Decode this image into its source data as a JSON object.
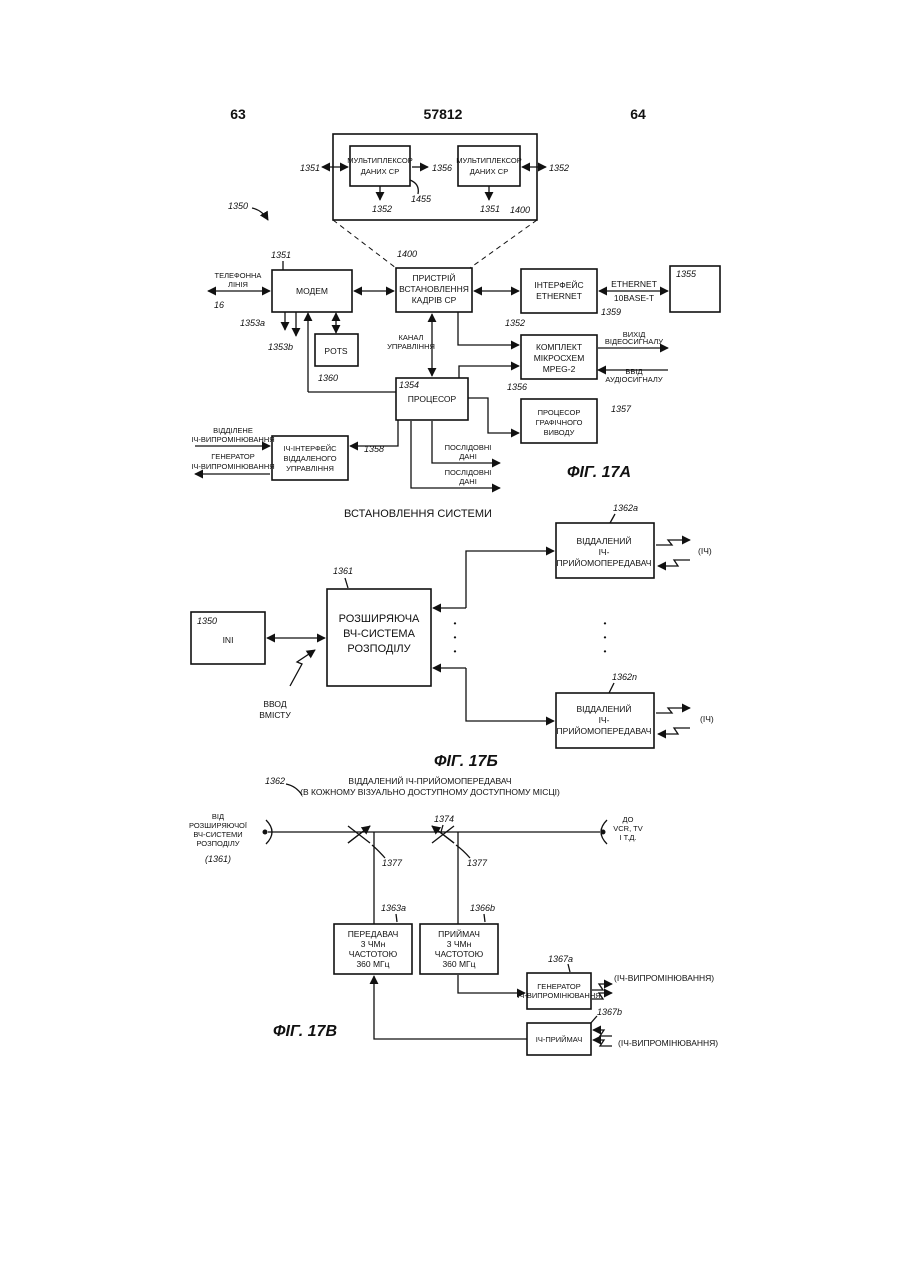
{
  "header": {
    "left_page": "63",
    "doc_number": "57812",
    "right_page": "64"
  },
  "fig17a": {
    "zoom": {
      "mux1": [
        "МУЛЬТИПЛЕКСОР",
        "ДАНИХ СР"
      ],
      "mux2": [
        "МУЛЬТИПЛЕКСОР",
        "ДАНИХ СР"
      ],
      "r1351_left": "1351",
      "r1356": "1356",
      "r1352_right": "1352",
      "r1352_down": "1352",
      "r1455": "1455",
      "r1351_down": "1351",
      "r1400": "1400"
    },
    "r1350": "1350",
    "r1351": "1351",
    "r1400": "1400",
    "phone_line": [
      "ТЕЛЕФОННА",
      "ЛІНІЯ"
    ],
    "r16": "16",
    "modem": "МОДЕМ",
    "r1353a": "1353a",
    "r1353b": "1353b",
    "pots": "POTS",
    "r1360": "1360",
    "frame_device": [
      "ПРИСТРІЙ",
      "ВСТАНОВЛЕННЯ",
      "КАДРІВ СР"
    ],
    "control_channel": [
      "КАНАЛ",
      "УПРАВЛІННЯ"
    ],
    "eth_iface": [
      "ІНТЕРФЕЙС",
      "ETHERNET"
    ],
    "ethernet": "ETHERNET",
    "base_t": "10BASE-T",
    "r1355": "1355",
    "r1352": "1352",
    "r1359": "1359",
    "mpeg": [
      "КОМПЛЕКТ",
      "МІКРОСХЕМ",
      "MPEG-2"
    ],
    "video_out": [
      "ВИХІД",
      "ВІДЕОСИГНАЛУ"
    ],
    "audio_in": [
      "ВВІД",
      "АУДІОСИГНАЛУ"
    ],
    "r1356": "1356",
    "processor": "ПРОЦЕСОР",
    "r1354": "1354",
    "gfx": [
      "ПРОЦЕСОР",
      "ГРАФІЧНОГО",
      "ВИВОДУ"
    ],
    "r1357": "1357",
    "remote_ir": [
      "ВІДДІЛЕНЕ",
      "ІЧ-ВИПРОМІНЮВАННЯ"
    ],
    "ir_gen": [
      "ГЕНЕРАТОР",
      "ІЧ-ВИПРОМІНЮВАННЯ"
    ],
    "ir_iface": [
      "ІЧ-ІНТЕРФЕЙС",
      "ВІДДАЛЕНОГО",
      "УПРАВЛІННЯ"
    ],
    "r1358": "1358",
    "serial1": [
      "ПОСЛІДОВНІ",
      "ДАНІ"
    ],
    "serial2": [
      "ПОСЛІДОВНІ",
      "ДАНІ"
    ],
    "label": "ФІГ. 17А"
  },
  "fig17b": {
    "title": "ВСТАНОВЛЕННЯ СИСТЕМИ",
    "r1361": "1361",
    "r1350": "1350",
    "ini": "INI",
    "dist": [
      "РОЗШИРЯЮЧА",
      "ВЧ-СИСТЕМА",
      "РОЗПОДІЛУ"
    ],
    "content_in": [
      "ВВОД",
      "ВМІСТУ"
    ],
    "r1362a": "1362a",
    "r1362n": "1362n",
    "remote_a": [
      "ВІДДАЛЕНИЙ",
      "ІЧ-",
      "ПРИЙОМОПЕРЕДАВАЧ"
    ],
    "remote_n": [
      "ВІДДАЛЕНИЙ",
      "ІЧ-",
      "ПРИЙОМОПЕРЕДАВАЧ"
    ],
    "ir_a": "(ІЧ)",
    "ir_n": "(ІЧ)",
    "label": "ФІГ. 17Б"
  },
  "fig17c": {
    "r1362": "1362",
    "title": [
      "ВІДДАЛЕНИЙ ІЧ-ПРИЙОМОПЕРЕДАВАЧ",
      "(В КОЖНОМУ ВІЗУАЛЬНО ДОСТУПНОМУ ДОСТУПНОМУ МІСЦІ)"
    ],
    "from": [
      "ВІД",
      "РОЗШИРЯЮЧОЇ",
      "ВЧ-СИСТЕМИ",
      "РОЗПОДІЛУ"
    ],
    "r1361": "(1361)",
    "to": [
      "ДО",
      "VCR, TV",
      "І Т.Д."
    ],
    "r1374": "1374",
    "r1377a": "1377",
    "r1377b": "1377",
    "r1363a": "1363a",
    "r1366b": "1366b",
    "tx": [
      "ПЕРЕДАВАЧ",
      "3 ЧМн",
      "ЧАСТОТОЮ",
      "360 МГц"
    ],
    "rx": [
      "ПРИЙМАЧ",
      "3 ЧМн",
      "ЧАСТОТОЮ",
      "360 МГц"
    ],
    "r1367a": "1367a",
    "r1367b": "1367b",
    "ir_gen": [
      "ГЕНЕРАТОР",
      "ІЧ-ВИПРОМІНЮВАННЯ"
    ],
    "ir_rx": "ІЧ-ПРИЙМАЧ",
    "ir_out1": "(ІЧ-ВИПРОМІНЮВАННЯ)",
    "ir_out2": "(ІЧ-ВИПРОМІНЮВАННЯ)",
    "label": "ФІГ. 17В"
  }
}
